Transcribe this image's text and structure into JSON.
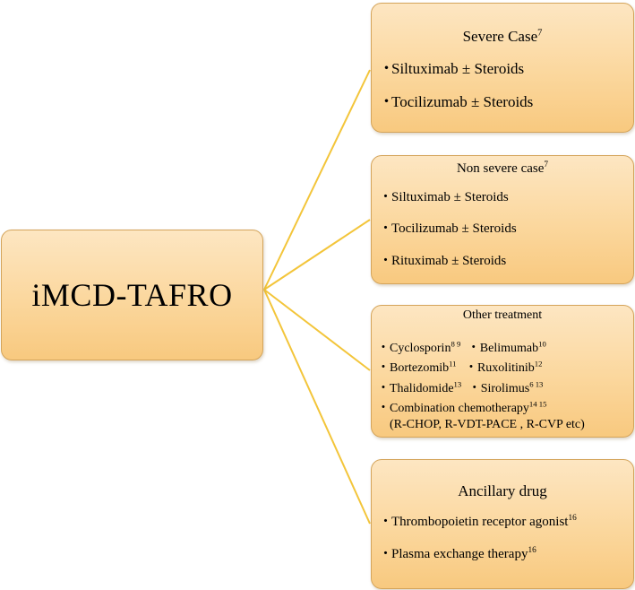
{
  "center": {
    "label": "iMCD-TAFRO"
  },
  "boxes": {
    "severe": {
      "title": "Severe Case",
      "title_ref": "7",
      "items": [
        {
          "text": "Siltuximab ± Steroids"
        },
        {
          "text": "Tocilizumab ± Steroids"
        }
      ]
    },
    "nonsevere": {
      "title": "Non severe case",
      "title_ref": "7",
      "items": [
        {
          "text": "Siltuximab ± Steroids"
        },
        {
          "text": "Tocilizumab ± Steroids"
        },
        {
          "text": "Rituximab ± Steroids"
        }
      ]
    },
    "other": {
      "title": "Other treatment",
      "items": [
        {
          "a": "Cyclosporin",
          "a_ref": "8 9",
          "b": "Belimumab",
          "b_ref": "10"
        },
        {
          "a": "Bortezomib",
          "a_ref": "11",
          "b": "Ruxolitinib",
          "b_ref": "12"
        },
        {
          "a": "Thalidomide",
          "a_ref": "13",
          "b": "Sirolimus",
          "b_ref": "6 13"
        },
        {
          "a": "Combination chemotherapy",
          "a_ref": "14 15"
        }
      ],
      "note": "(R-CHOP, R-VDT-PACE , R-CVP etc)"
    },
    "ancillary": {
      "title": "Ancillary drug",
      "items": [
        {
          "text": "Thrombopoietin receptor agonist",
          "ref": "16"
        },
        {
          "text": "Plasma exchange therapy",
          "ref": "16"
        }
      ]
    }
  },
  "bullet_symbol": "・",
  "colors": {
    "connector": "#f3c53a",
    "box_border": "#d4a45a",
    "box_fill_top": "#fde6c2",
    "box_fill_bottom": "#f8c97f"
  }
}
